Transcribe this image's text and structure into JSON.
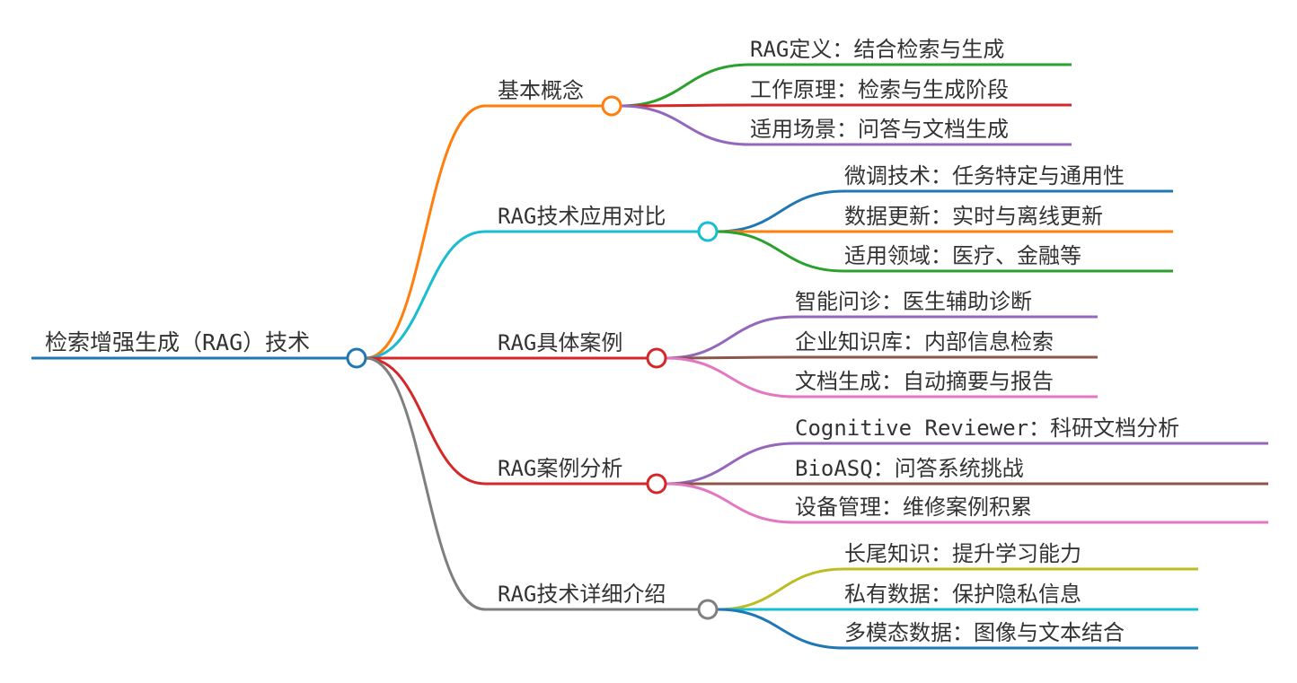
{
  "root": {
    "label": "检索增强生成（RAG）技术",
    "color": "#1f77b4"
  },
  "branches": [
    {
      "label": "基本概念",
      "color": "#ff7f0e",
      "children": [
        {
          "label": "RAG定义：结合检索与生成",
          "color": "#2ca02c"
        },
        {
          "label": "工作原理：检索与生成阶段",
          "color": "#d62728"
        },
        {
          "label": "适用场景：问答与文档生成",
          "color": "#9467bd"
        }
      ]
    },
    {
      "label": "RAG技术应用对比",
      "color": "#17becf",
      "children": [
        {
          "label": "微调技术：任务特定与通用性",
          "color": "#1f77b4"
        },
        {
          "label": "数据更新：实时与离线更新",
          "color": "#ff7f0e"
        },
        {
          "label": "适用领域：医疗、金融等",
          "color": "#2ca02c"
        }
      ]
    },
    {
      "label": "RAG具体案例",
      "color": "#d62728",
      "children": [
        {
          "label": "智能问诊：医生辅助诊断",
          "color": "#9467bd"
        },
        {
          "label": "企业知识库：内部信息检索",
          "color": "#8c564b"
        },
        {
          "label": "文档生成：自动摘要与报告",
          "color": "#e377c2"
        }
      ]
    },
    {
      "label": "RAG案例分析",
      "color": "#d62728",
      "children": [
        {
          "label": "Cognitive Reviewer：科研文档分析",
          "color": "#9467bd"
        },
        {
          "label": "BioASQ：问答系统挑战",
          "color": "#8c564b"
        },
        {
          "label": "设备管理：维修案例积累",
          "color": "#e377c2"
        }
      ]
    },
    {
      "label": "RAG技术详细介绍",
      "color": "#7f7f7f",
      "children": [
        {
          "label": "长尾知识：提升学习能力",
          "color": "#bcbd22"
        },
        {
          "label": "私有数据：保护隐私信息",
          "color": "#17becf"
        },
        {
          "label": "多模态数据：图像与文本结合",
          "color": "#1f77b4"
        }
      ]
    }
  ]
}
